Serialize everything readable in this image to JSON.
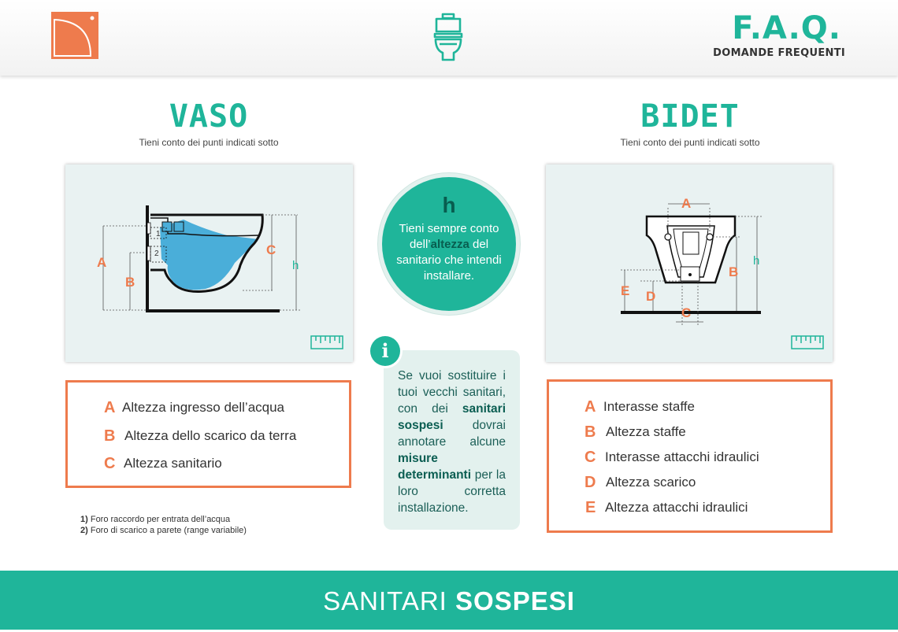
{
  "header": {
    "title": "F.A.Q.",
    "subtitle": "DOMANDE FREQUENTI",
    "logo_icon": "quarter-circle-logo-icon",
    "toilet_icon": "toilet-icon"
  },
  "vaso": {
    "title": "VASO",
    "subtitle": "Tieni conto dei punti indicati sotto",
    "diagram_labels": {
      "a": "A",
      "b": "B",
      "c": "C",
      "h": "h",
      "n1": "1",
      "n2": "2"
    },
    "legend": [
      {
        "letter": "A",
        "text": "Altezza ingresso dell’acqua"
      },
      {
        "letter": "B",
        "text": "Altezza dello scarico da terra"
      },
      {
        "letter": "C",
        "text": "Altezza sanitario"
      }
    ],
    "notes": [
      {
        "num": "1)",
        "text": "Foro raccordo per entrata dell’acqua"
      },
      {
        "num": "2)",
        "text": "Foro di scarico a parete (range variabile)"
      }
    ]
  },
  "bidet": {
    "title": "BIDET",
    "subtitle": "Tieni conto dei punti indicati sotto",
    "diagram_labels": {
      "a": "A",
      "b": "B",
      "c": "C",
      "d": "D",
      "e": "E",
      "h": "h"
    },
    "legend": [
      {
        "letter": "A",
        "text": "Interasse staffe"
      },
      {
        "letter": "B",
        "text": "Altezza staffe"
      },
      {
        "letter": "C",
        "text": "Interasse attacchi idraulici"
      },
      {
        "letter": "D",
        "text": "Altezza scarico"
      },
      {
        "letter": "E",
        "text": "Altezza attacchi idraulici"
      }
    ]
  },
  "height_tip": {
    "symbol": "h",
    "text_before": "Tieni sempre conto dell’",
    "text_bold": "altezza",
    "text_after": " del sanitario che intendi installare."
  },
  "info": {
    "badge": "i",
    "p1": "Se vuoi sostitu­ire i tuoi vecchi sanitari, con dei ",
    "b1": "sanitari sospesi",
    "p2": " dovrai annotare alcune ",
    "b2": "misure determinanti",
    "p3": " per la loro corretta installazione."
  },
  "footer": {
    "text_light": "SANITARI ",
    "text_bold": "SOSPESI"
  },
  "colors": {
    "accent": "#1fb59a",
    "orange": "#ee7b4d",
    "water": "#4aaed9",
    "diagram_bg": "#e9f2f2"
  }
}
